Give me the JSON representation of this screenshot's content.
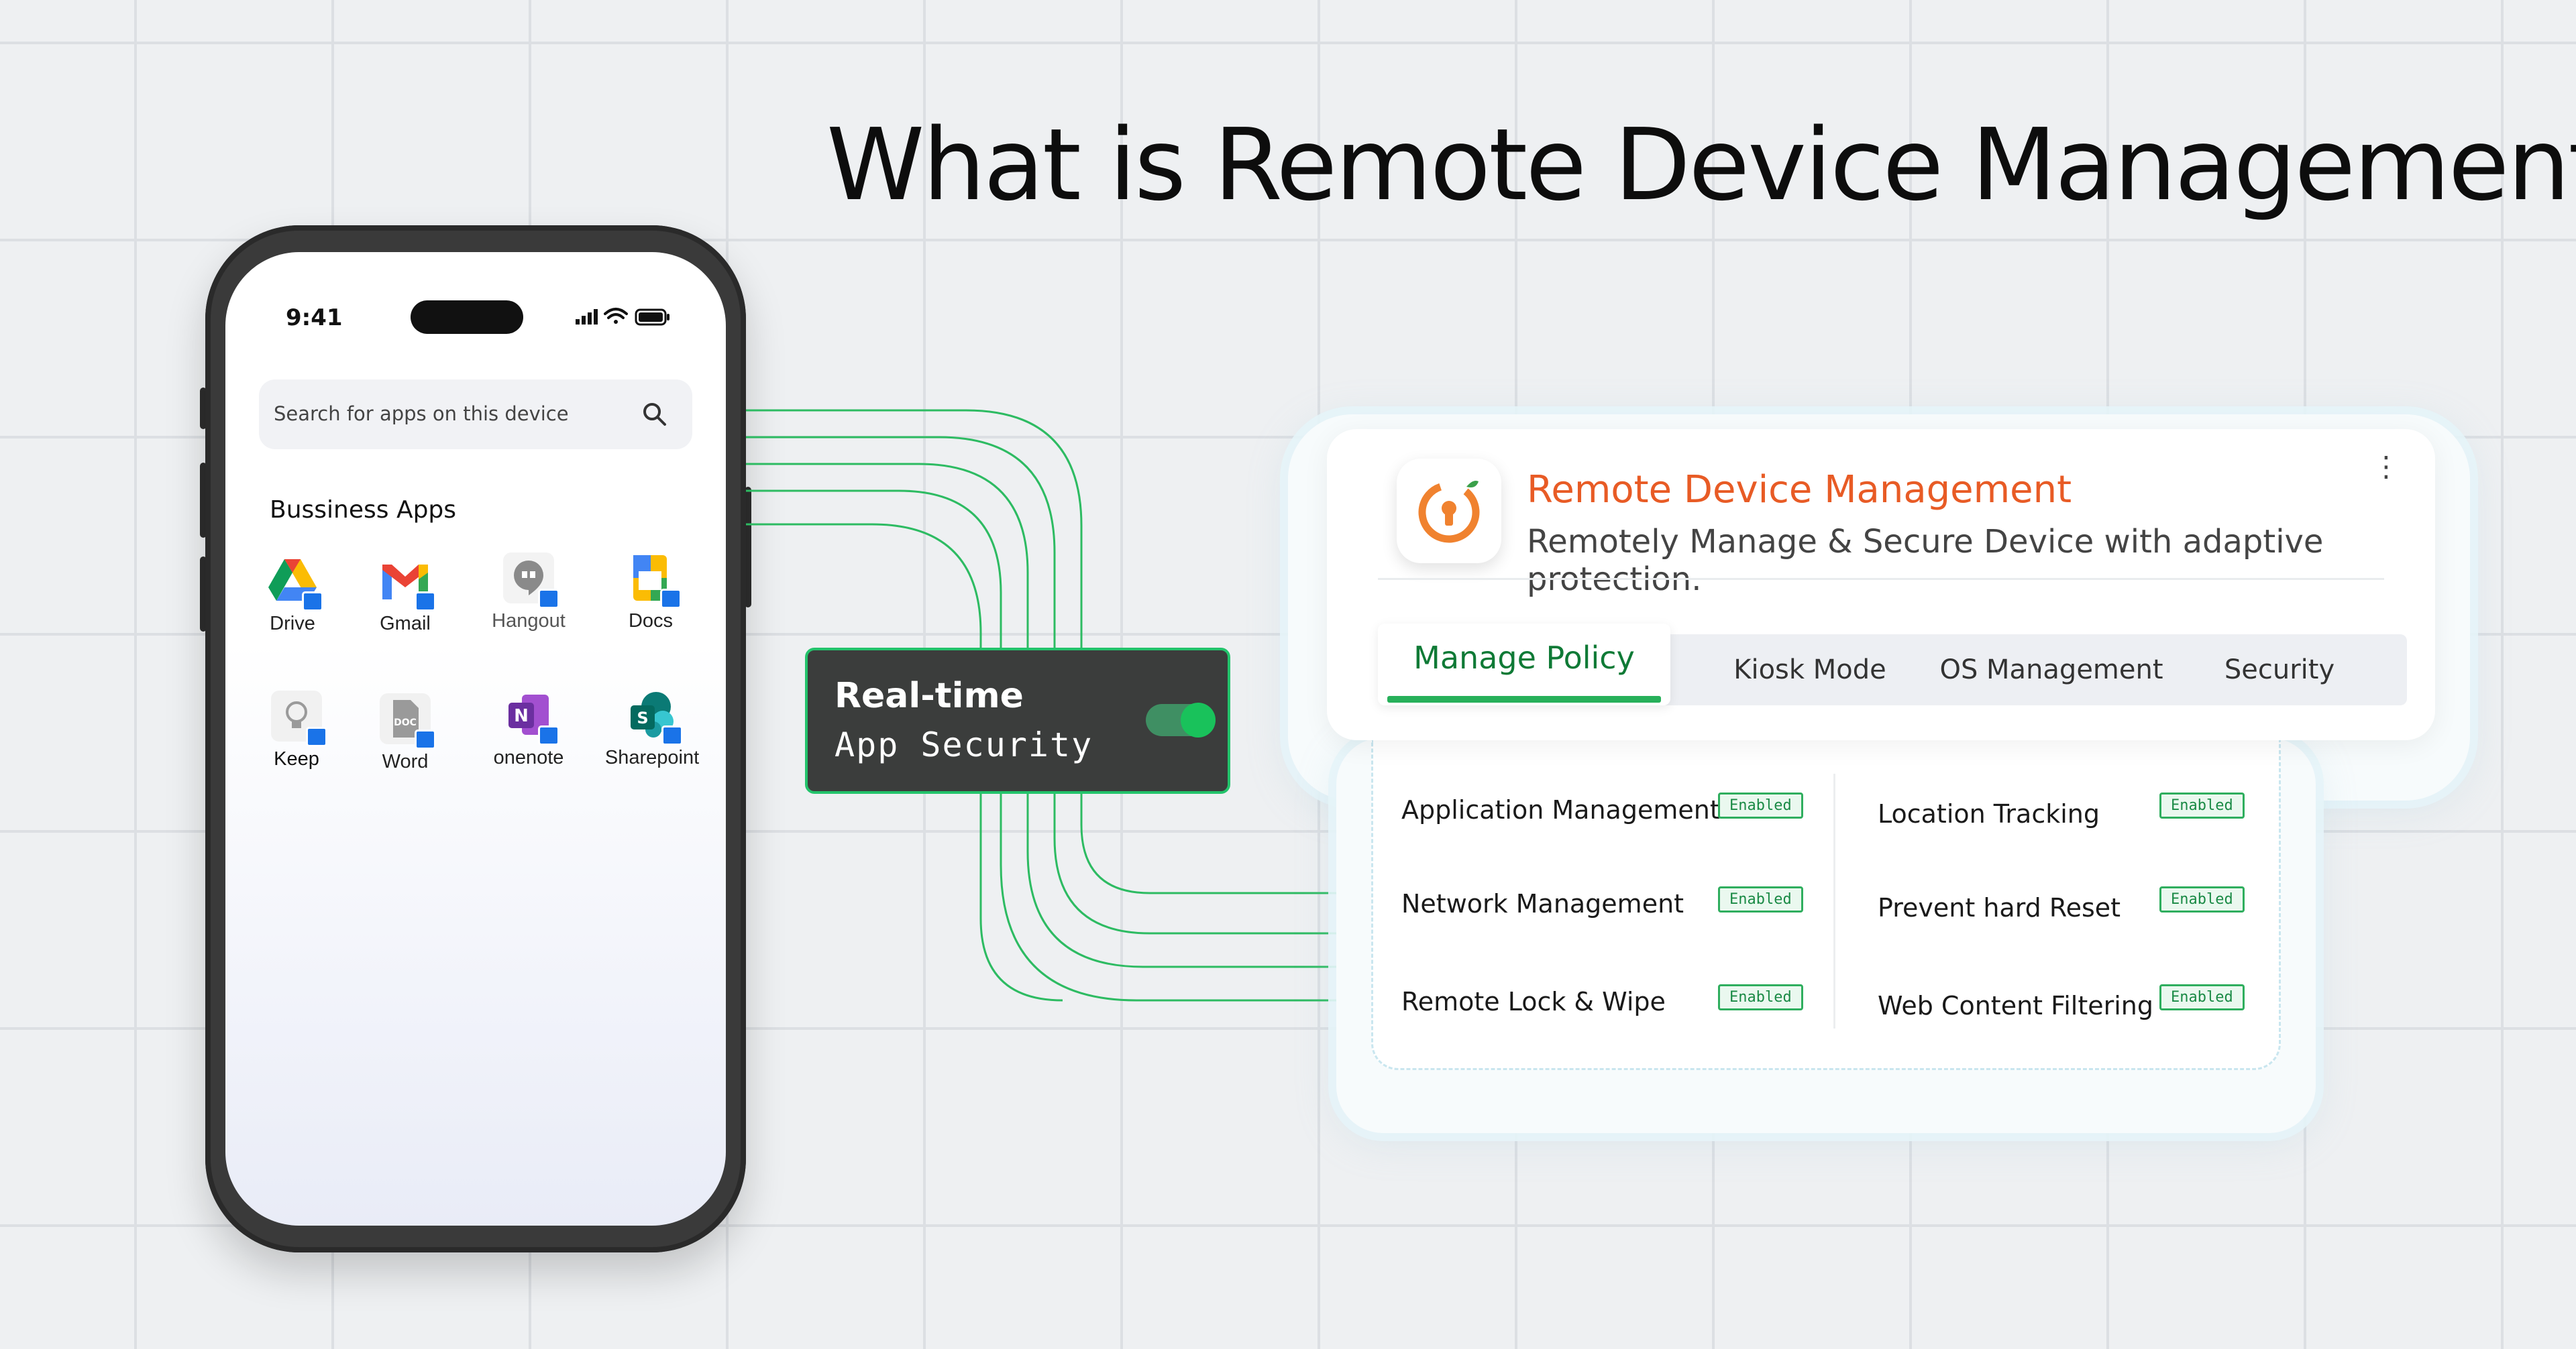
{
  "headline": "What is Remote Device Management?",
  "phone": {
    "time": "9:41",
    "search_placeholder": "Search for apps on this device",
    "section_title": "Bussiness Apps",
    "apps": [
      {
        "label": "Drive",
        "icon": "google-drive-icon"
      },
      {
        "label": "Gmail",
        "icon": "gmail-icon"
      },
      {
        "label": "Hangout",
        "icon": "hangouts-icon"
      },
      {
        "label": "Docs",
        "icon": "google-docs-icon"
      },
      {
        "label": "Keep",
        "icon": "google-keep-icon"
      },
      {
        "label": "Word",
        "icon": "word-doc-icon"
      },
      {
        "label": "onenote",
        "icon": "onenote-icon"
      },
      {
        "label": "Sharepoint",
        "icon": "sharepoint-icon"
      }
    ]
  },
  "realtime_card": {
    "title": "Real-time",
    "subtitle": "App Security",
    "toggle_on": true
  },
  "rdm_card": {
    "title": "Remote Device Management",
    "subtitle": "Remotely Manage & Secure Device with adaptive protection.",
    "tabs": [
      {
        "label": "Manage Policy",
        "active": true
      },
      {
        "label": "Kiosk Mode",
        "active": false
      },
      {
        "label": "OS Management",
        "active": false
      },
      {
        "label": "Security",
        "active": false
      }
    ],
    "policies_left": [
      {
        "label": "Application Management",
        "status": "Enabled"
      },
      {
        "label": "Network Management",
        "status": "Enabled"
      },
      {
        "label": "Remote Lock & Wipe",
        "status": "Enabled"
      }
    ],
    "policies_right": [
      {
        "label": "Location Tracking",
        "status": "Enabled"
      },
      {
        "label": "Prevent hard Reset",
        "status": "Enabled"
      },
      {
        "label": "Web Content Filtering",
        "status": "Enabled"
      }
    ]
  },
  "colors": {
    "accent_orange": "#e85b25",
    "accent_green": "#27b05a",
    "card_dark": "#3b3d3c"
  }
}
